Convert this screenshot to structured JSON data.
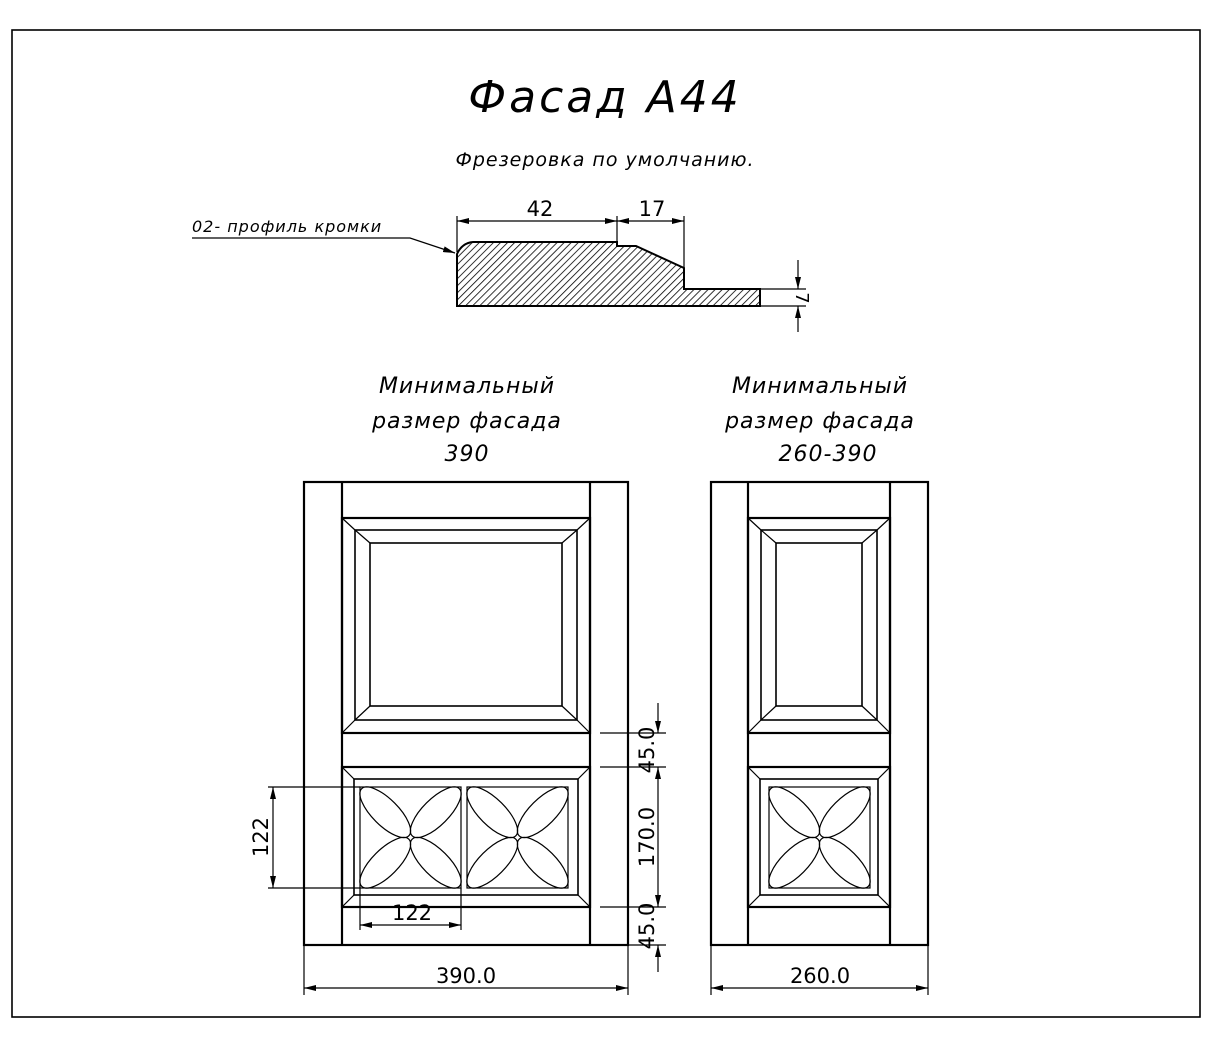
{
  "title": "Фасад А44",
  "subtitle": "Фрезеровка по умолчанию.",
  "profile": {
    "label": "02- профиль кромки",
    "dim_width": "42",
    "dim_bevel": "17",
    "dim_thickness": "7"
  },
  "facade_left": {
    "heading_line1": "Минимальный",
    "heading_line2": "размер фасада",
    "heading_line3": "390",
    "dim_width": "390.0",
    "dim_rail_top": "45.0",
    "dim_panel": "170.0",
    "dim_rail_bottom": "45.0",
    "dim_rosette_h": "122",
    "dim_rosette_w": "122"
  },
  "facade_right": {
    "heading_line1": "Минимальный",
    "heading_line2": "размер фасада",
    "heading_line3": "260-390",
    "dim_width": "260.0"
  }
}
